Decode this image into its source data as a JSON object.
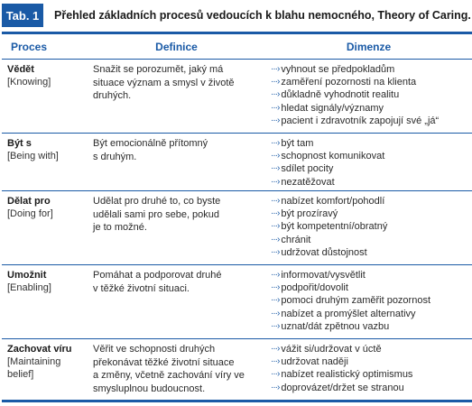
{
  "title": {
    "badge": "Tab. 1",
    "text": "Přehled základních procesů vedoucích k blahu nemocného, Theory of Caring."
  },
  "header": {
    "col1": "Proces",
    "col2": "Definice",
    "col3": "Dimenze"
  },
  "arrow_glyph": "···›",
  "rows": [
    {
      "process": "Vědět",
      "process_en": "[Knowing]",
      "definition_lines": [
        "Snažit se porozumět, jaký má",
        "situace význam a smysl v životě",
        "druhých."
      ],
      "dimensions": [
        "vyhnout se předpokladům",
        "zaměření pozornosti na klienta",
        "důkladně vyhodnotit realitu",
        "hledat signály/významy",
        "pacient i zdravotník zapojují své „já“"
      ]
    },
    {
      "process": "Být s",
      "process_en": "[Being with]",
      "definition_lines": [
        "Být emocionálně přítomný",
        "s druhým."
      ],
      "dimensions": [
        "být tam",
        "schopnost komunikovat",
        "sdílet pocity",
        "nezatěžovat"
      ]
    },
    {
      "process": "Dělat pro",
      "process_en": "[Doing for]",
      "definition_lines": [
        "Udělat pro druhé to, co byste",
        "udělali sami pro sebe, pokud",
        "je to možné."
      ],
      "dimensions": [
        "nabízet komfort/pohodlí",
        "být prozíravý",
        "být kompetentní/obratný",
        "chránit",
        "udržovat důstojnost"
      ]
    },
    {
      "process": "Umožnit",
      "process_en": "[Enabling]",
      "definition_lines": [
        "Pomáhat a podporovat druhé",
        "v těžké životní situaci."
      ],
      "dimensions": [
        "informovat/vysvětlit",
        "podpořit/dovolit",
        "pomoci druhým zaměřit pozornost",
        "nabízet a promýšlet alternativy",
        "uznat/dát zpětnou vazbu"
      ]
    },
    {
      "process": "Zachovat víru",
      "process_en_lines": [
        "[Maintaining",
        "belief]"
      ],
      "definition_lines": [
        "Věřit ve schopnosti druhých",
        "překonávat těžké životní situace",
        "a změny, včetně zachování víry ve",
        "smysluplnou budoucnost."
      ],
      "dimensions": [
        "vážit si/udržovat v úctě",
        "udržovat naději",
        "nabízet realistický optimismus",
        "doprovázet/držet se stranou"
      ]
    }
  ]
}
